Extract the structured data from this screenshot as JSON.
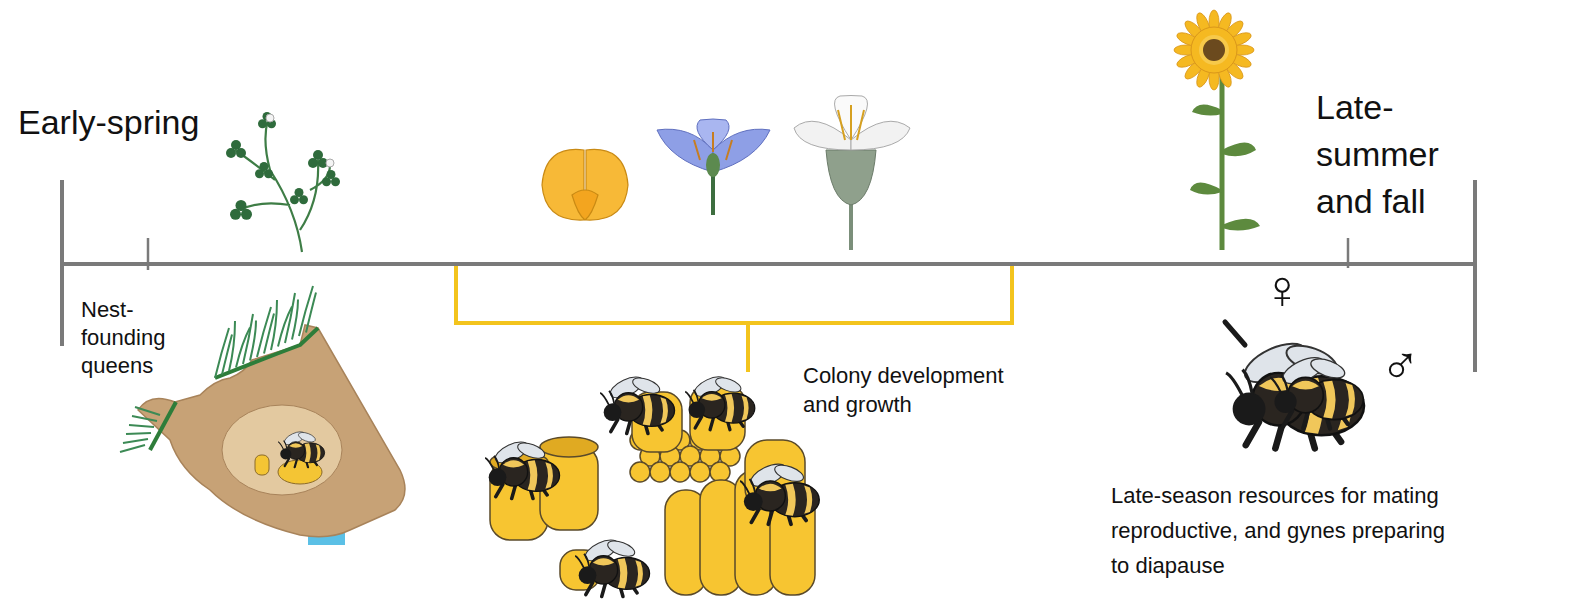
{
  "diagram": {
    "labels": [
      "Early-spring",
      "Late- summer and fall",
      "Nest- founding queens",
      "Colony development and growth",
      "♀",
      "♂",
      "Late-season resources for mating reproductive, and gynes preparing to diapause"
    ]
  }
}
